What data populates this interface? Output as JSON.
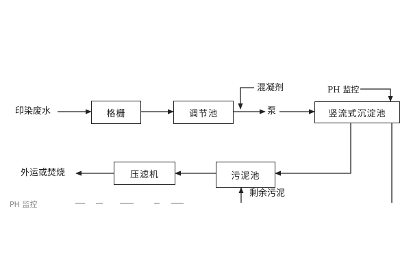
{
  "nodes": {
    "grille": "格栅",
    "adjust_tank": "调节池",
    "vertical_settler": "竖流式沉淀池",
    "sludge_tank": "污泥池",
    "filter_press": "压滤机"
  },
  "labels": {
    "wastewater": "印染废水",
    "coagulant": "混凝剂",
    "ph_monitor": "PH 监控",
    "pump": "泵",
    "excess_sludge": "剩余污泥",
    "disposal": "外运或焚烧",
    "cut_off_text": "PH 监控"
  },
  "colors": {
    "line": "#222222",
    "background": "#ffffff"
  }
}
